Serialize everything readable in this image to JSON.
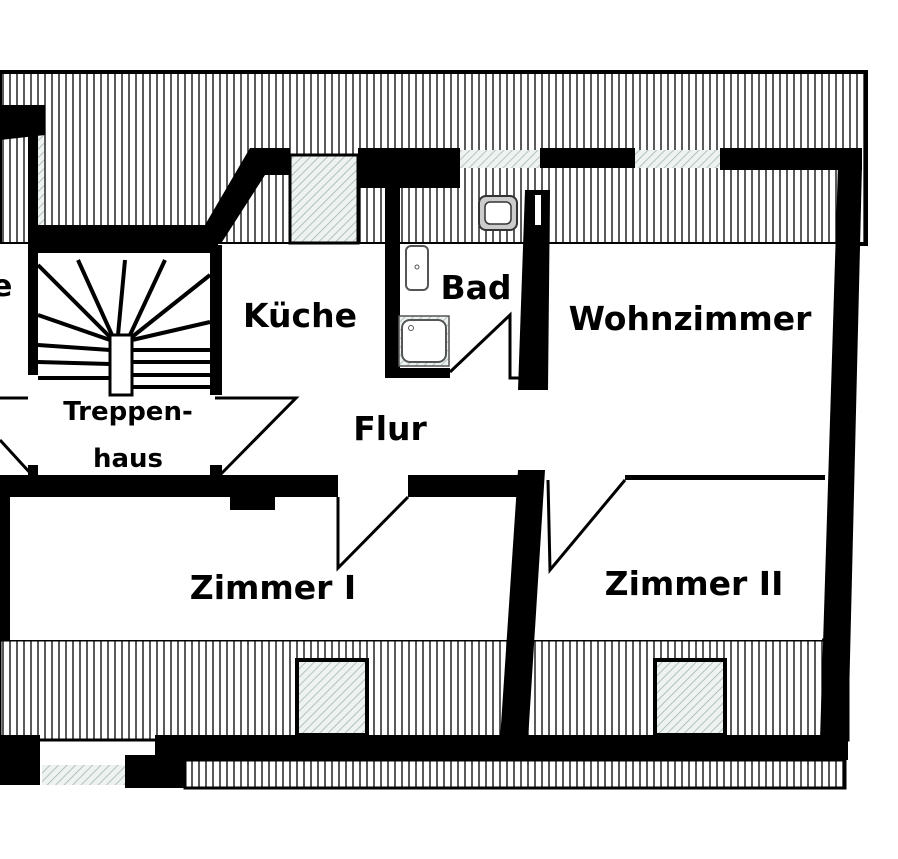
{
  "rooms": {
    "kueche": "Küche",
    "bad": "Bad",
    "wohnzimmer": "Wohnzimmer",
    "flur": "Flur",
    "treppenhaus_line1": "Treppen-",
    "treppenhaus_line2": "haus",
    "zimmer1": "Zimmer I",
    "zimmer2": "Zimmer II",
    "cut_left": "e"
  },
  "colors": {
    "wall": "#000000",
    "window_hatch": "#9fb3b0",
    "background": "#ffffff"
  }
}
